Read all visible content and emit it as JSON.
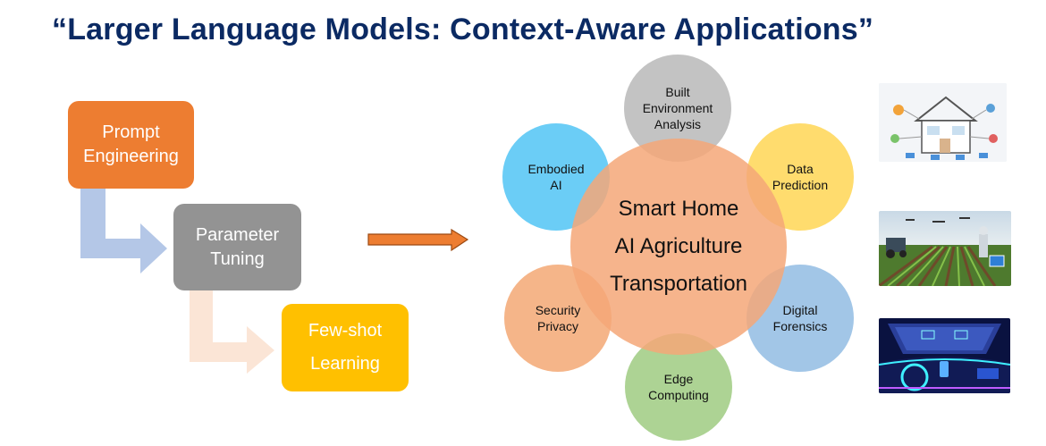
{
  "title": "“Larger Language Models: Context-Aware Applications”",
  "steps": [
    {
      "lines": [
        "Prompt",
        "Engineering"
      ]
    },
    {
      "lines": [
        "Parameter",
        "Tuning"
      ]
    },
    {
      "lines": [
        "Few-shot",
        "Learning"
      ]
    }
  ],
  "center": {
    "lines": [
      "Smart Home",
      "AI Agriculture",
      "Transportation"
    ]
  },
  "petals": [
    {
      "lines": [
        "Built",
        "Environment",
        "Analysis"
      ],
      "color": "#bdbdbd"
    },
    {
      "lines": [
        "Data",
        "Prediction"
      ],
      "color": "#ffd85e"
    },
    {
      "lines": [
        "Digital",
        "Forensics"
      ],
      "color": "#9dc3e6"
    },
    {
      "lines": [
        "Edge",
        "Computing"
      ],
      "color": "#a9d18e"
    },
    {
      "lines": [
        "Security",
        "Privacy"
      ],
      "color": "#f4b183"
    },
    {
      "lines": [
        "Embodied",
        "AI"
      ],
      "color": "#5bc8f5"
    }
  ],
  "colors": {
    "title": "#0b2a63",
    "prompt_box": "#ed7d31",
    "parameter_box": "#939393",
    "fewshot_box": "#ffc000",
    "center": "#f4a778",
    "connector_1": "#b4c7e7",
    "connector_2": "#fbe5d6",
    "arrow": "#ed7d31"
  },
  "images": [
    {
      "depicts": "smart-home-diagram"
    },
    {
      "depicts": "ai-agriculture-scene"
    },
    {
      "depicts": "autonomous-car-interior"
    }
  ]
}
